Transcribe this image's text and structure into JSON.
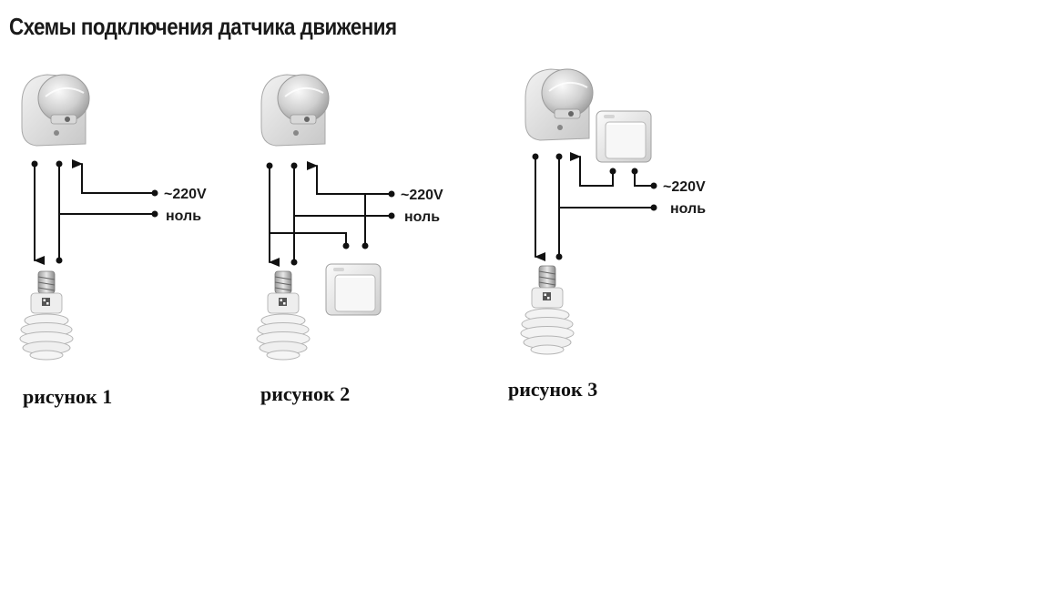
{
  "title": "Схемы подключения датчика движения",
  "labels": {
    "phase": "~220V",
    "neutral": "ноль"
  },
  "figures": [
    {
      "caption": "рисунок 1",
      "has_switch": false
    },
    {
      "caption": "рисунок 2",
      "has_switch": true
    },
    {
      "caption": "рисунок 3",
      "has_switch": true
    }
  ],
  "colors": {
    "wire": "#111111",
    "device": "#e4e4e4",
    "background": "#ffffff"
  }
}
